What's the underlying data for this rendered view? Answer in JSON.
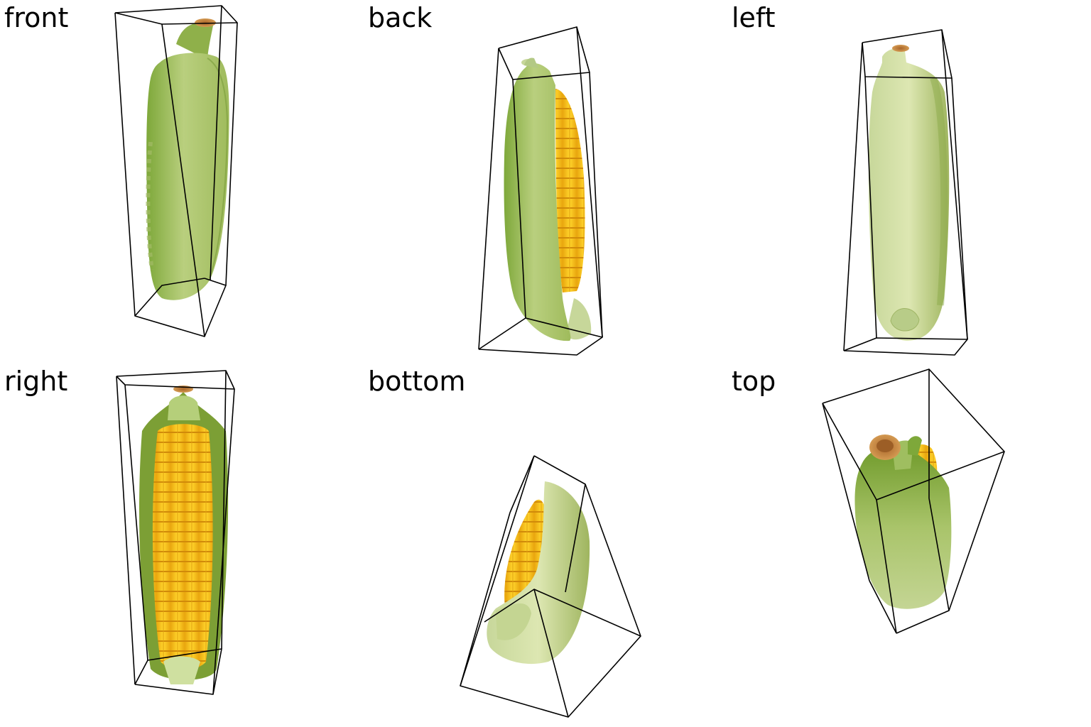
{
  "views": {
    "front": "front",
    "back": "back",
    "left": "left",
    "right": "right",
    "bottom": "bottom",
    "top": "top"
  },
  "colors": {
    "husk_light": "#c9d98f",
    "husk_mid": "#a9c06a",
    "husk_dark": "#6f9a2a",
    "kernel": "#f2c21a",
    "kernel_dark": "#d99a0b",
    "stem": "#c98a3e",
    "bbox_line": "#000000"
  }
}
